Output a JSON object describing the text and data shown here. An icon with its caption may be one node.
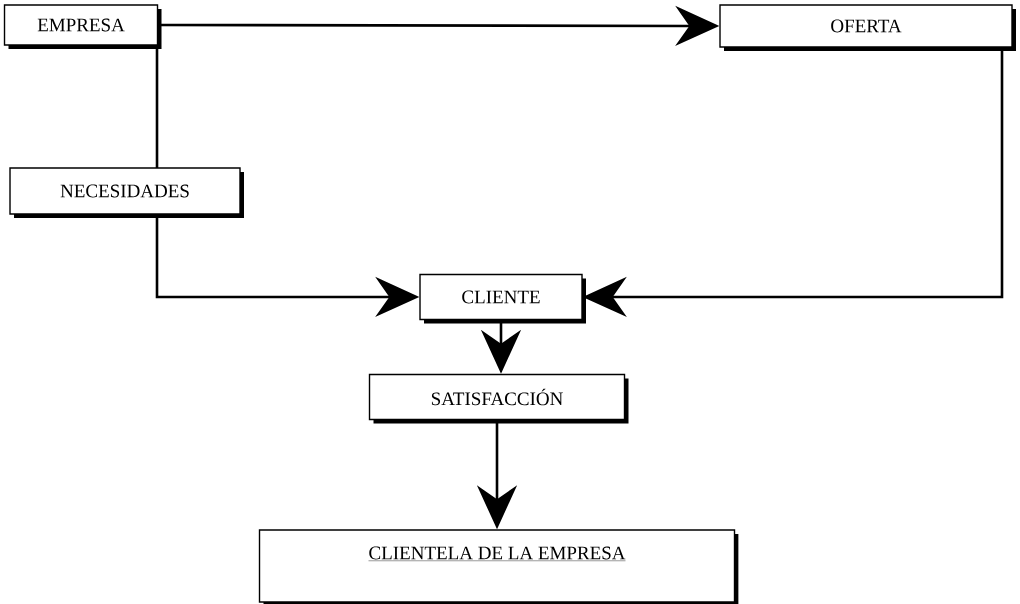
{
  "diagram": {
    "nodes": [
      {
        "text": [
          "EMPRESA"
        ]
      },
      {
        "text": [
          "OFERTA"
        ]
      },
      {
        "text": [
          "NECESIDADES"
        ]
      },
      {
        "text": [
          "CLIENTE"
        ]
      },
      {
        "text": [
          "SATISFACCIÓN"
        ]
      },
      {
        "text": [
          "CLIENTELA DE LA EMPRESA"
        ]
      }
    ],
    "edges": [
      {
        "from": 0,
        "to": 1,
        "arrow": "to"
      },
      {
        "from": 0,
        "to": 2,
        "arrow": "none"
      },
      {
        "from": 2,
        "to": 3,
        "arrow": "to"
      },
      {
        "from": 1,
        "to": 3,
        "arrow": "to"
      },
      {
        "from": 3,
        "to": 4,
        "arrow": "to"
      },
      {
        "from": 4,
        "to": 5,
        "arrow": "to"
      }
    ]
  }
}
